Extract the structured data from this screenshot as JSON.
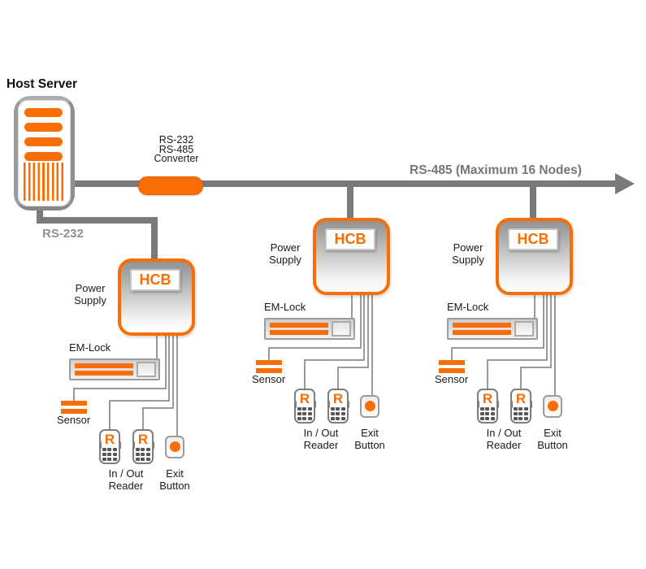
{
  "host": {
    "label": "Host Server"
  },
  "labels": {
    "rs232": "RS-232",
    "bus": "RS-485 (Maximum 16 Nodes)"
  },
  "converter": {
    "lines": [
      "RS-232",
      "RS-485",
      "Converter"
    ]
  },
  "node": {
    "hcb": "HCB",
    "power_lines": [
      "Power",
      "Supply"
    ],
    "em_lock": "EM-Lock",
    "sensor": "Sensor",
    "reader_letter": "R",
    "reader_lines": [
      "In / Out",
      "Reader"
    ],
    "exit_lines": [
      "Exit",
      "Button"
    ]
  },
  "colors": {
    "orange": "#F96D05",
    "line_gray": "#7A7A7A",
    "wire_gray": "#9A9A9A",
    "gray_label": "#8F8F8F",
    "text": "#1A1A1A"
  },
  "nodes_count": 3
}
